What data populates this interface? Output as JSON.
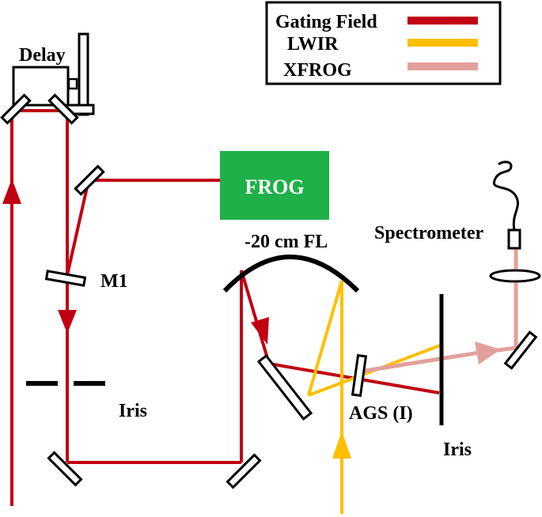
{
  "colors": {
    "gating_field": "#c00012",
    "lwir": "#ffbf00",
    "xfrog": "#e3a09a",
    "frog_box": "#1fb04a",
    "outline": "#000000"
  },
  "legend": {
    "items": [
      {
        "label": "Gating Field",
        "color": "#c00012"
      },
      {
        "label": "LWIR",
        "color": "#ffbf00"
      },
      {
        "label": "XFROG",
        "color": "#e3a09a"
      }
    ]
  },
  "labels": {
    "delay": "Delay",
    "frog": "FROG",
    "m1": "M1",
    "iris_left": "Iris",
    "mirror_curved": "-20 cm FL",
    "spectrometer": "Spectrometer",
    "ags": "AGS (I)",
    "iris_right": "Iris"
  }
}
